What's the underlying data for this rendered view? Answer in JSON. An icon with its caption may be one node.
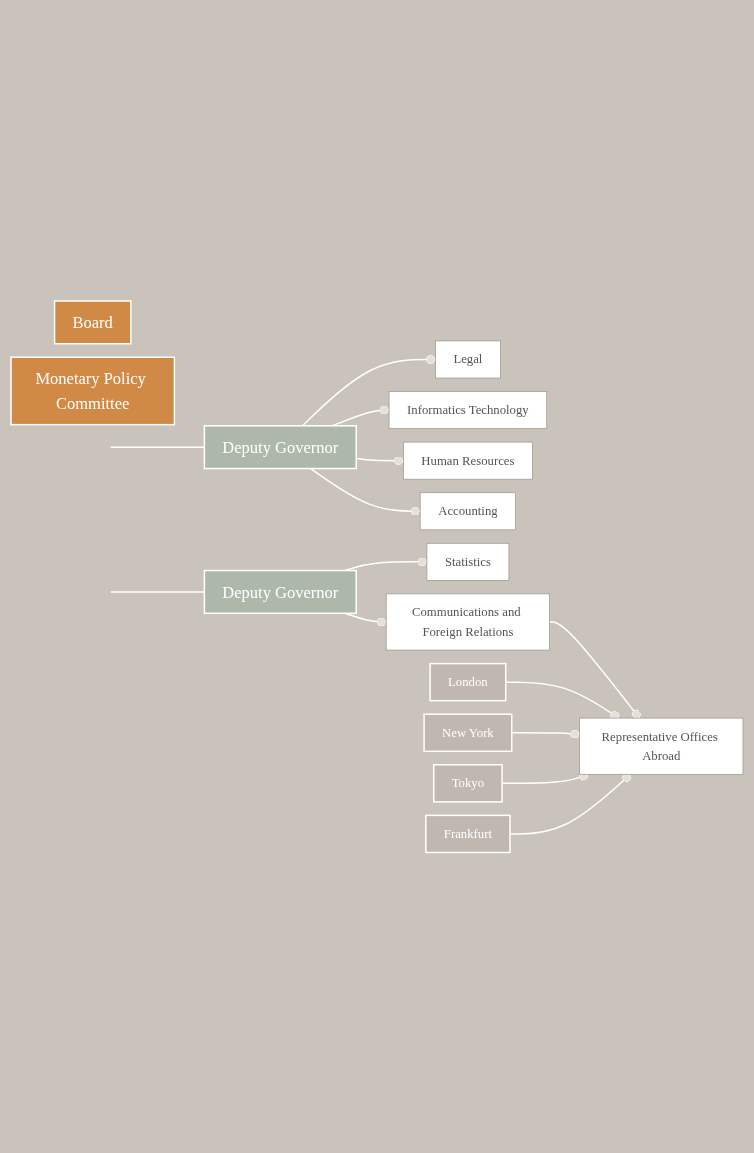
{
  "diagram": {
    "nodes": [
      {
        "text": [
          "Board"
        ]
      },
      {
        "text": [
          "Monetary Policy Committee"
        ]
      },
      {
        "text": [
          "Deputy Governor"
        ]
      },
      {
        "text": [
          "Deputy Governor"
        ]
      },
      {
        "text": [
          "Legal"
        ]
      },
      {
        "text": [
          "Informatics Technology"
        ]
      },
      {
        "text": [
          "Human Resources"
        ]
      },
      {
        "text": [
          "Accounting"
        ]
      },
      {
        "text": [
          "Statistics"
        ]
      },
      {
        "text": [
          "Communications and Foreign Relations"
        ]
      },
      {
        "text": [
          "Representative Offices Abroad"
        ]
      },
      {
        "text": [
          "London"
        ]
      },
      {
        "text": [
          "New York"
        ]
      },
      {
        "text": [
          "Tokyo"
        ]
      },
      {
        "text": [
          "Frankfurt"
        ]
      }
    ],
    "edges": [
      {
        "from": null,
        "to": 2,
        "arrow": "none"
      },
      {
        "from": null,
        "to": 3,
        "arrow": "none"
      },
      {
        "from": 2,
        "to": 4,
        "arrow": "other"
      },
      {
        "from": 2,
        "to": 5,
        "arrow": "other"
      },
      {
        "from": 2,
        "to": 6,
        "arrow": "other"
      },
      {
        "from": 2,
        "to": 7,
        "arrow": "other"
      },
      {
        "from": 3,
        "to": 8,
        "arrow": "other"
      },
      {
        "from": 3,
        "to": 9,
        "arrow": "other"
      },
      {
        "from": 9,
        "to": 10,
        "arrow": "other"
      },
      {
        "from": 11,
        "to": 10,
        "arrow": "other"
      },
      {
        "from": 12,
        "to": 10,
        "arrow": "other"
      },
      {
        "from": 13,
        "to": 10,
        "arrow": "other"
      },
      {
        "from": 14,
        "to": 10,
        "arrow": "other"
      }
    ]
  }
}
